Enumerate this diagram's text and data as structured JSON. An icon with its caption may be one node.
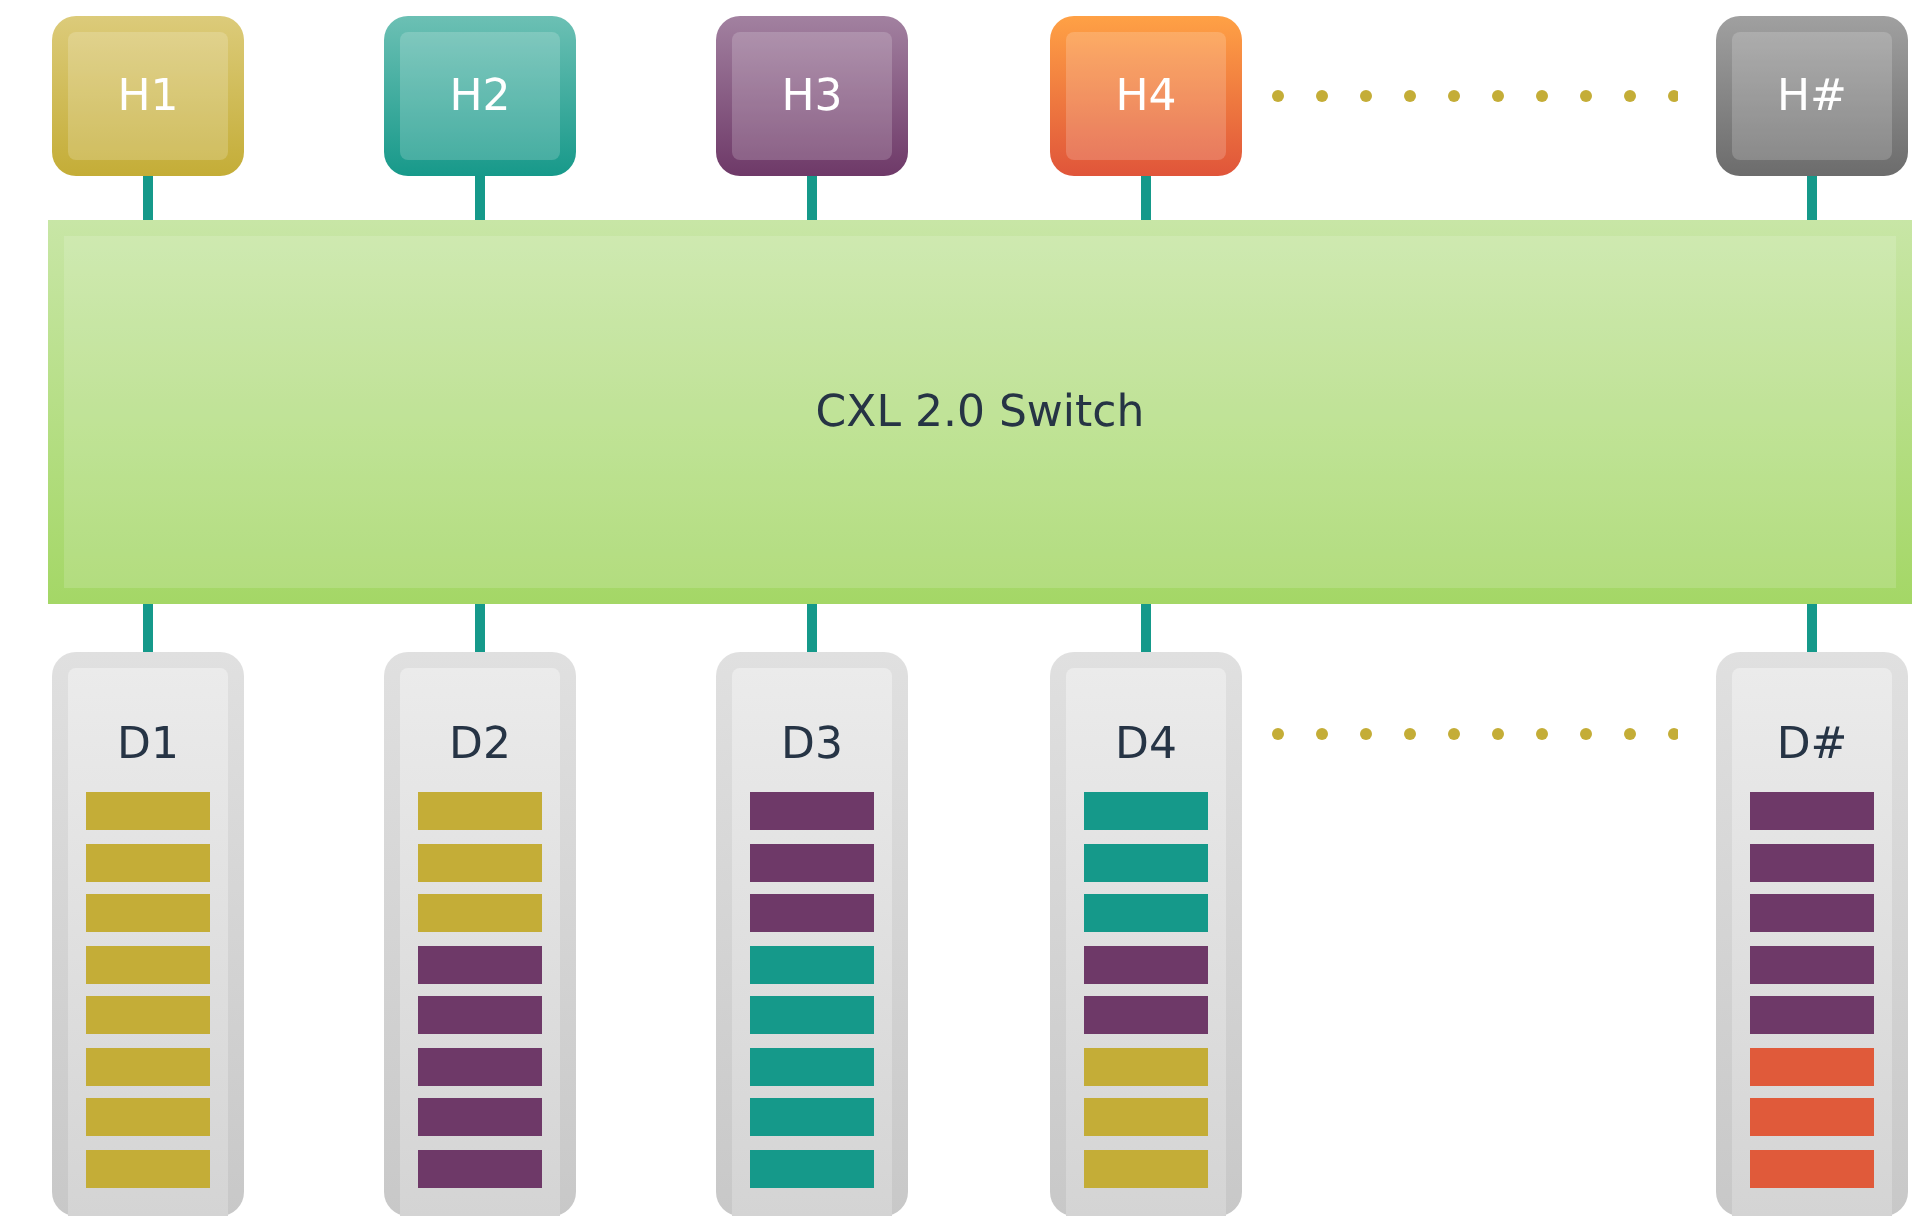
{
  "diagram": {
    "nodes": [
      {
        "text": [
          "H1"
        ]
      },
      {
        "text": [
          "H2"
        ]
      },
      {
        "text": [
          "H3"
        ]
      },
      {
        "text": [
          "H4"
        ]
      },
      {
        "text": [
          "H#"
        ]
      },
      {
        "text": [
          "CXL 2.0 Switch"
        ]
      },
      {
        "text": [
          "D1"
        ]
      },
      {
        "text": [
          "D2"
        ]
      },
      {
        "text": [
          "D3"
        ]
      },
      {
        "text": [
          "D4"
        ]
      },
      {
        "text": [
          "D#"
        ]
      }
    ],
    "edges": [
      {
        "from": 0,
        "to": 5,
        "arrow": "none"
      },
      {
        "from": 1,
        "to": 5,
        "arrow": "none"
      },
      {
        "from": 2,
        "to": 5,
        "arrow": "none"
      },
      {
        "from": 3,
        "to": 5,
        "arrow": "none"
      },
      {
        "from": 4,
        "to": 5,
        "arrow": "none"
      },
      {
        "from": 5,
        "to": 6,
        "arrow": "none"
      },
      {
        "from": 5,
        "to": 7,
        "arrow": "none"
      },
      {
        "from": 5,
        "to": 8,
        "arrow": "none"
      },
      {
        "from": 5,
        "to": 9,
        "arrow": "none"
      },
      {
        "from": 5,
        "to": 10,
        "arrow": "none"
      }
    ]
  }
}
